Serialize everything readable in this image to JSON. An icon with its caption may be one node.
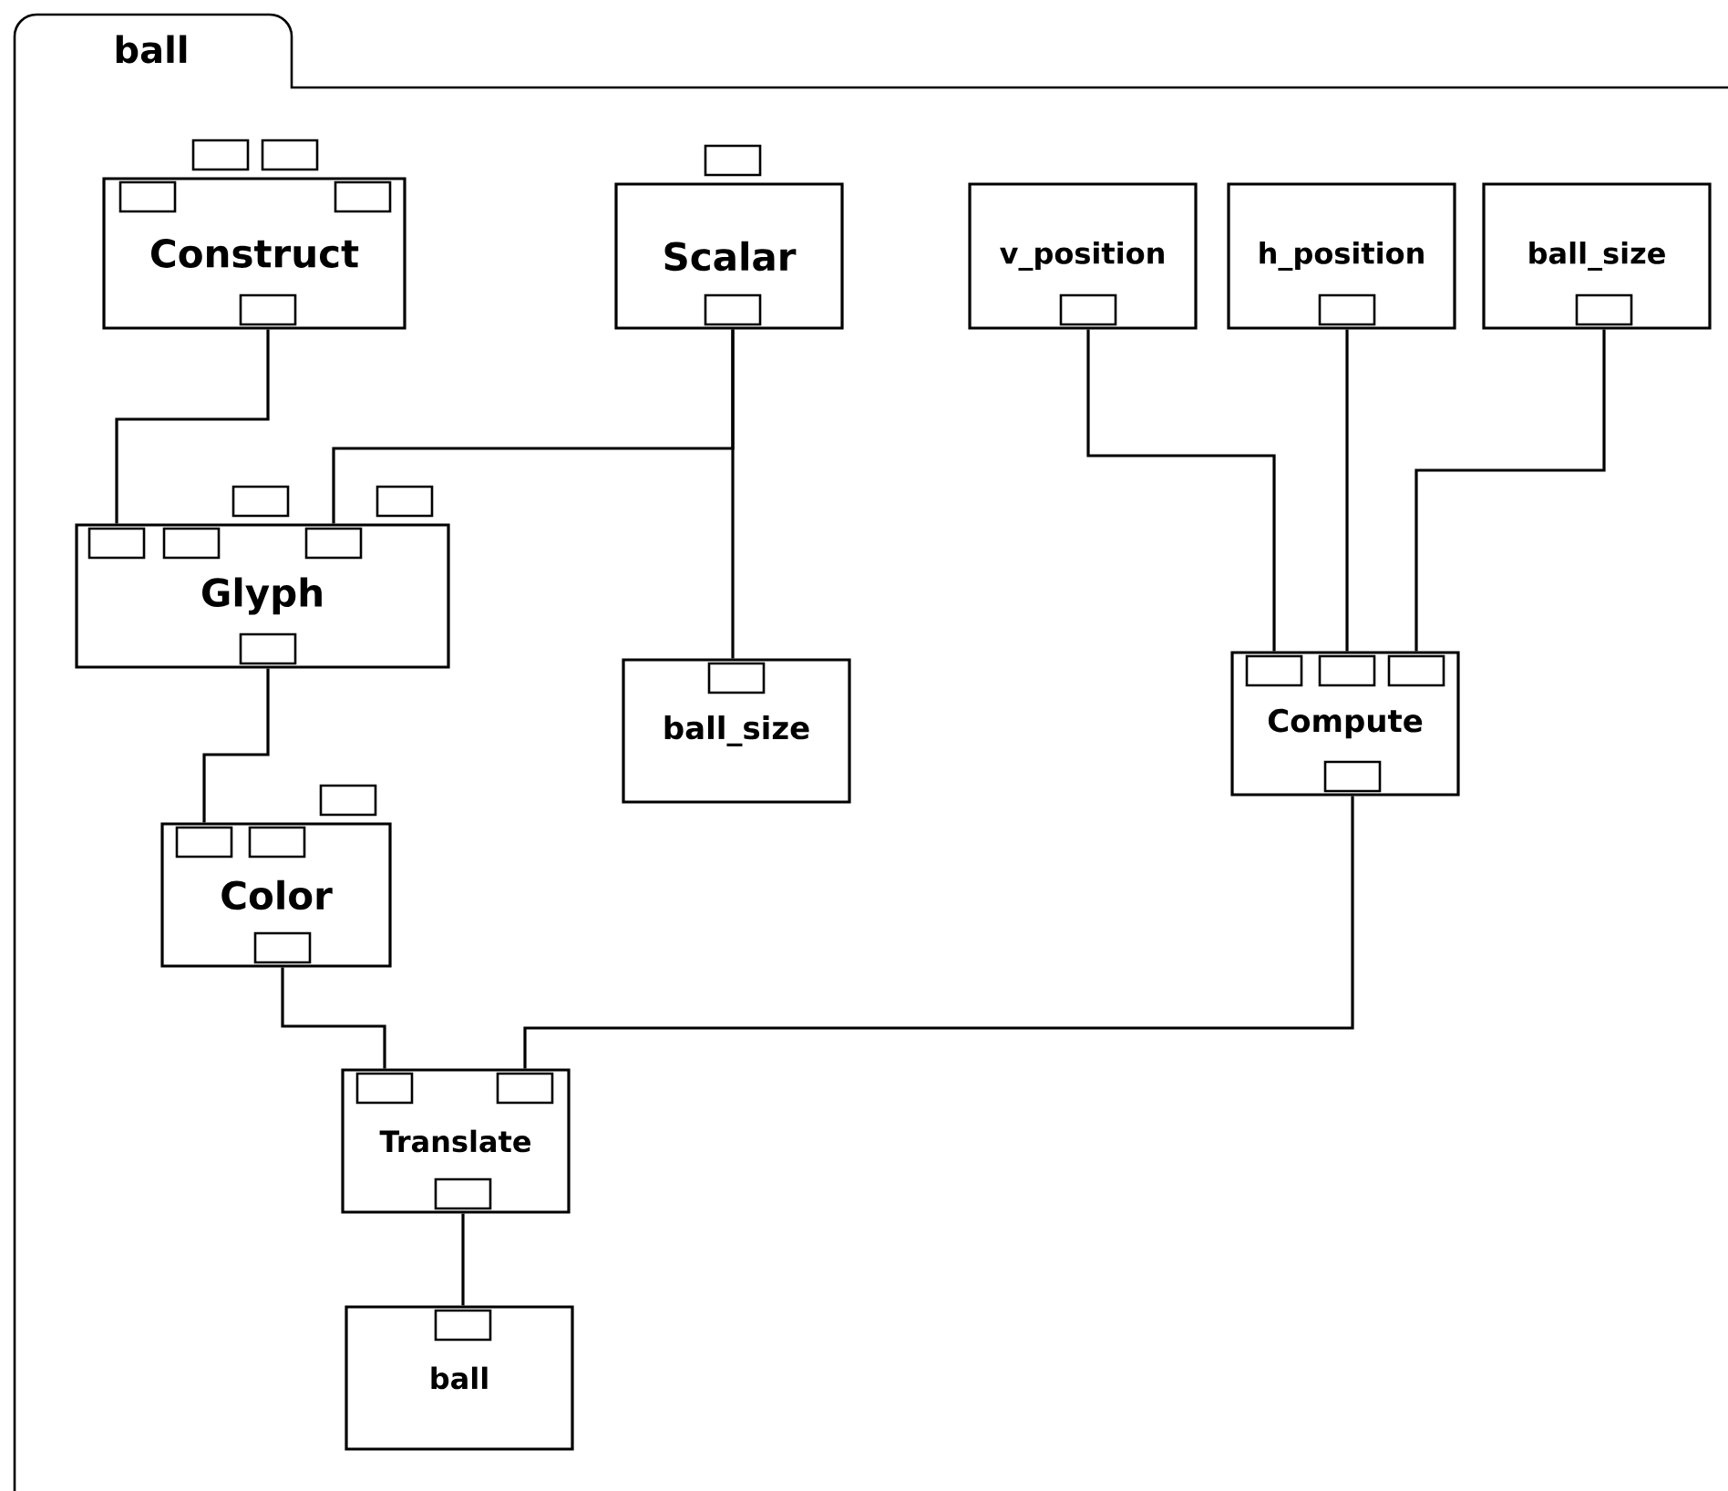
{
  "diagram": {
    "nodes": [
      {
        "text": [
          "ball"
        ]
      },
      {
        "text": [
          "Construct"
        ],
        "in": 0
      },
      {
        "text": [
          "Scalar"
        ],
        "in": 0
      },
      {
        "text": [
          "v_position"
        ],
        "in": 0
      },
      {
        "text": [
          "h_position"
        ],
        "in": 0
      },
      {
        "text": [
          "ball_size"
        ],
        "in": 0
      },
      {
        "text": [
          "Glyph"
        ],
        "in": 0
      },
      {
        "text": [
          "ball_size"
        ],
        "in": 0
      },
      {
        "text": [
          "Compute"
        ],
        "in": 0
      },
      {
        "text": [
          "Color"
        ],
        "in": 0
      },
      {
        "text": [
          "Translate"
        ],
        "in": 0
      },
      {
        "text": [
          "ball"
        ],
        "in": 0
      }
    ],
    "edges": [
      {
        "from": 1,
        "to": 6,
        "arrow": "none"
      },
      {
        "from": 2,
        "to": 6,
        "arrow": "none"
      },
      {
        "from": 2,
        "to": 7,
        "arrow": "none"
      },
      {
        "from": 3,
        "to": 8,
        "arrow": "none"
      },
      {
        "from": 4,
        "to": 8,
        "arrow": "none"
      },
      {
        "from": 5,
        "to": 8,
        "arrow": "none"
      },
      {
        "from": 6,
        "to": 9,
        "arrow": "none"
      },
      {
        "from": 9,
        "to": 10,
        "arrow": "none"
      },
      {
        "from": 8,
        "to": 10,
        "arrow": "none"
      },
      {
        "from": 10,
        "to": 11,
        "arrow": "none"
      }
    ]
  }
}
